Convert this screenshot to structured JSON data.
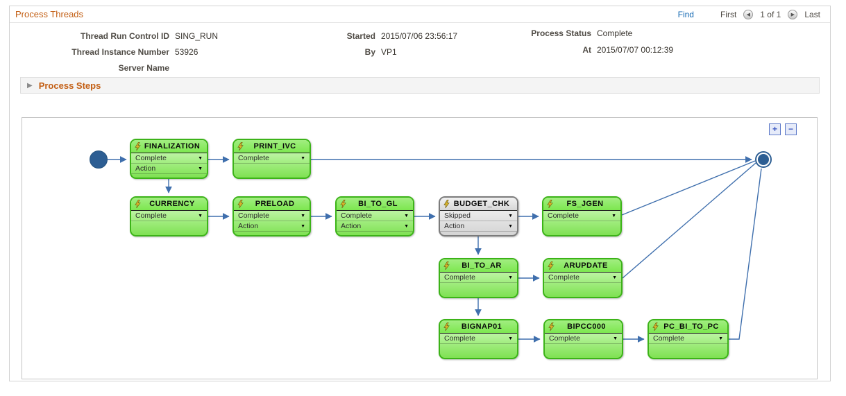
{
  "icons": {
    "caret": "▼",
    "plus": "+",
    "minus": "−",
    "expand_arrow": "▶",
    "prev_arrow": "◀",
    "next_arrow": "▶"
  },
  "header": {
    "title": "Process Threads",
    "find": "Find",
    "first": "First",
    "page_indicator": "1 of 1",
    "last": "Last"
  },
  "fields": {
    "thread_run_control_id": {
      "label": "Thread Run Control ID",
      "value": "SING_RUN"
    },
    "thread_instance_number": {
      "label": "Thread Instance Number",
      "value": "53926"
    },
    "server_name": {
      "label": "Server Name",
      "value": ""
    },
    "started": {
      "label": "Started",
      "value": "2015/07/06 23:56:17"
    },
    "by": {
      "label": "By",
      "value": "VP1"
    },
    "process_status": {
      "label": "Process Status",
      "value": "Complete"
    },
    "at": {
      "label": "At",
      "value": "2015/07/07 00:12:39"
    }
  },
  "process_steps": {
    "title": "Process Steps"
  },
  "diagram": {
    "nodes": [
      {
        "title": "FINALIZATION",
        "status": "Complete",
        "action": "Action",
        "state": "complete"
      },
      {
        "title": "PRINT_IVC",
        "status": "Complete",
        "state": "complete"
      },
      {
        "title": "CURRENCY",
        "status": "Complete",
        "state": "complete"
      },
      {
        "title": "PRELOAD",
        "status": "Complete",
        "action": "Action",
        "state": "complete"
      },
      {
        "title": "BI_TO_GL",
        "status": "Complete",
        "action": "Action",
        "state": "complete"
      },
      {
        "title": "BUDGET_CHK",
        "status": "Skipped",
        "action": "Action",
        "state": "skipped"
      },
      {
        "title": "FS_JGEN",
        "status": "Complete",
        "state": "complete"
      },
      {
        "title": "BI_TO_AR",
        "status": "Complete",
        "state": "complete"
      },
      {
        "title": "ARUPDATE",
        "status": "Complete",
        "state": "complete"
      },
      {
        "title": "BIGNAP01",
        "status": "Complete",
        "state": "complete"
      },
      {
        "title": "BIPCC000",
        "status": "Complete",
        "state": "complete"
      },
      {
        "title": "PC_BI_TO_PC",
        "status": "Complete",
        "state": "complete"
      }
    ]
  },
  "colors": {
    "heading_orange": "#c35e13",
    "link_blue": "#1569b3",
    "label_gray": "#4f4b45",
    "node_green_border": "#3cb318",
    "node_gray_border": "#7b7b7b",
    "wire_blue": "#3f6fad",
    "terminal_blue": "#2d5e93"
  }
}
